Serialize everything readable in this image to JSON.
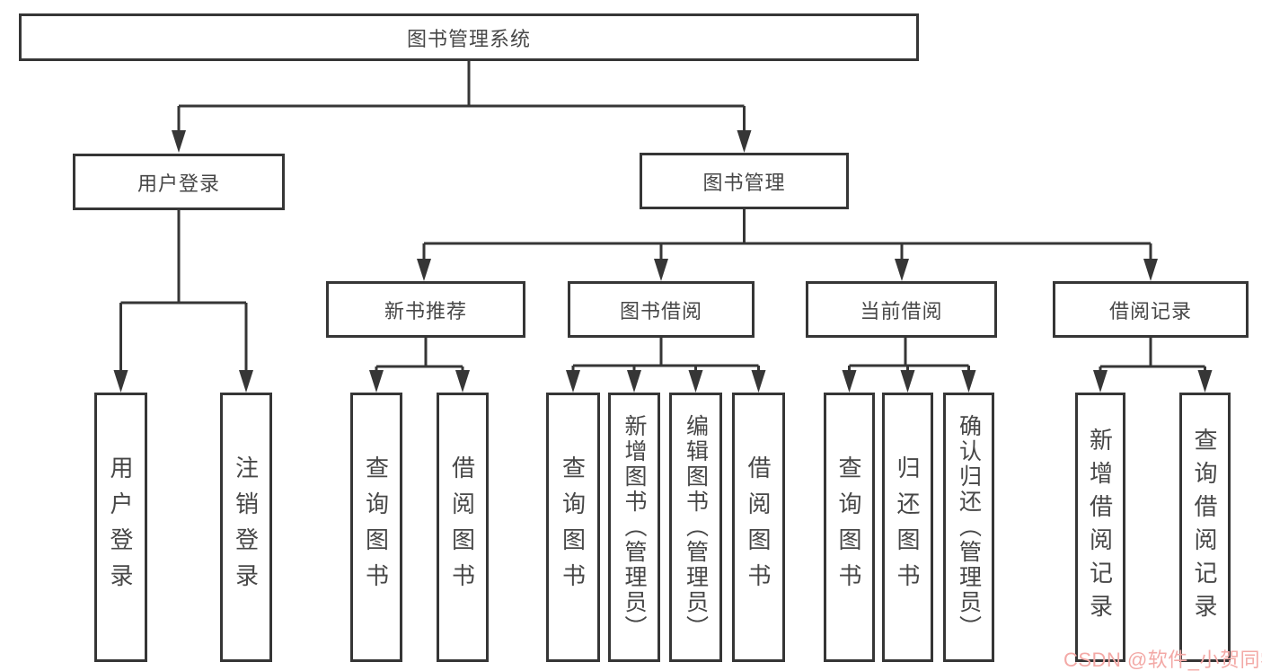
{
  "tree": {
    "root": {
      "label": "图书管理系统"
    },
    "user_login": {
      "label": "用户登录",
      "children": [
        {
          "label": "用户登录"
        },
        {
          "label": "注销登录"
        }
      ]
    },
    "book_mgmt": {
      "label": "图书管理",
      "children": [
        {
          "label": "新书推荐",
          "children": [
            {
              "label": "查询图书"
            },
            {
              "label": "借阅图书"
            }
          ]
        },
        {
          "label": "图书借阅",
          "children": [
            {
              "label": "查询图书"
            },
            {
              "label": "新增图书（管理员）"
            },
            {
              "label": "编辑图书（管理员）"
            },
            {
              "label": "借阅图书"
            }
          ]
        },
        {
          "label": "当前借阅",
          "children": [
            {
              "label": "查询图书"
            },
            {
              "label": "归还图书"
            },
            {
              "label": "确认归还（管理员）"
            }
          ]
        },
        {
          "label": "借阅记录",
          "children": [
            {
              "label": "新增借阅记录"
            },
            {
              "label": "查询借阅记录"
            }
          ]
        }
      ]
    }
  },
  "watermark": {
    "text": "CSDN @软件_小贺同学"
  },
  "colors": {
    "line": "#363636",
    "text": "#474747",
    "watermark": "#f3a9a6",
    "background": "#ffffff"
  }
}
